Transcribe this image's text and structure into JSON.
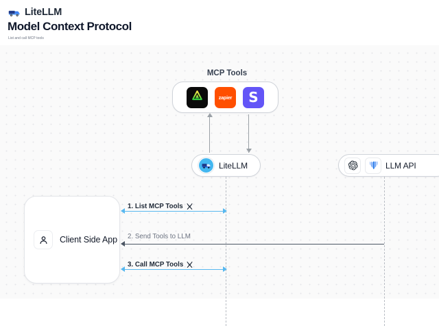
{
  "header": {
    "brand_name": "LiteLLM",
    "brand_logo_icon": "litellm-truck-logo",
    "title": "Model Context Protocol",
    "subtitle": "List and call MCP tools"
  },
  "diagram": {
    "mcp_group": {
      "label": "MCP Tools",
      "tools": [
        {
          "name": "anthropic-tool",
          "icon": "green-triangle-icon",
          "bg": "#0a0a0a",
          "text": ""
        },
        {
          "name": "zapier-tool",
          "icon": "zapier-wordmark-icon",
          "bg": "#ff4f00",
          "text": "zapier"
        },
        {
          "name": "slack-tool",
          "icon": "slack-s-icon",
          "bg": "#6355f7",
          "text": "S"
        }
      ]
    },
    "litellm_node": {
      "label": "LiteLLM",
      "icon": "litellm-avatar-icon"
    },
    "llm_api_node": {
      "label": "LLM API",
      "vendors": [
        {
          "name": "openai-icon"
        },
        {
          "name": "vertex-ai-icon"
        }
      ]
    },
    "client_node": {
      "label": "Client Side App",
      "icon": "person-icon"
    },
    "messages": [
      {
        "id": "list-mcp-tools",
        "label": "1. List MCP Tools",
        "icon": "tools-icon",
        "color": "#58b8ef",
        "direction": "bidirectional"
      },
      {
        "id": "send-tools-to-llm",
        "label": "2. Send Tools to LLM",
        "icon": "",
        "color": "#4b5563",
        "direction": "left"
      },
      {
        "id": "call-mcp-tools",
        "label": "3. Call MCP Tools",
        "icon": "tools-icon",
        "color": "#58b8ef",
        "direction": "bidirectional"
      }
    ],
    "vertical_arrows": [
      {
        "id": "tools-to-litellm-up",
        "direction": "up"
      },
      {
        "id": "litellm-to-tools-down",
        "direction": "down"
      }
    ]
  }
}
